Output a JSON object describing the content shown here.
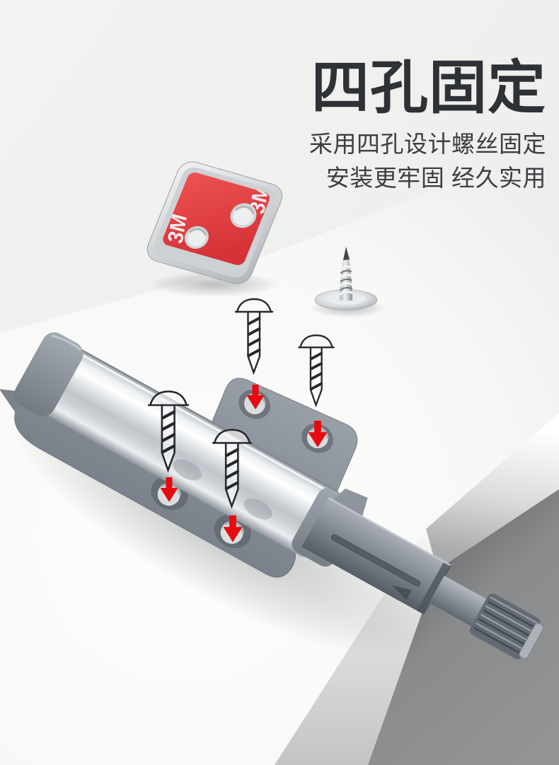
{
  "headline": {
    "title": "四孔固定",
    "subtitle_line1": "采用四孔设计螺丝固定",
    "subtitle_line2": "安装更牢固 经久实用"
  },
  "pad": {
    "brand_text": "3M"
  },
  "colors": {
    "background": "#f0f0ee",
    "title_text": "#2e3135",
    "subtitle_text": "#3b3e43",
    "arrow_red": "#e60b10",
    "pad_red": "#e24344",
    "metal_silver": "#dfe3e6",
    "plastic_gray": "#868c94",
    "backdrop_gray": "#8b8c8d"
  },
  "annotations": {
    "outline_screw_count": 4,
    "red_arrow_count": 4,
    "mounting_hole_count": 4
  }
}
